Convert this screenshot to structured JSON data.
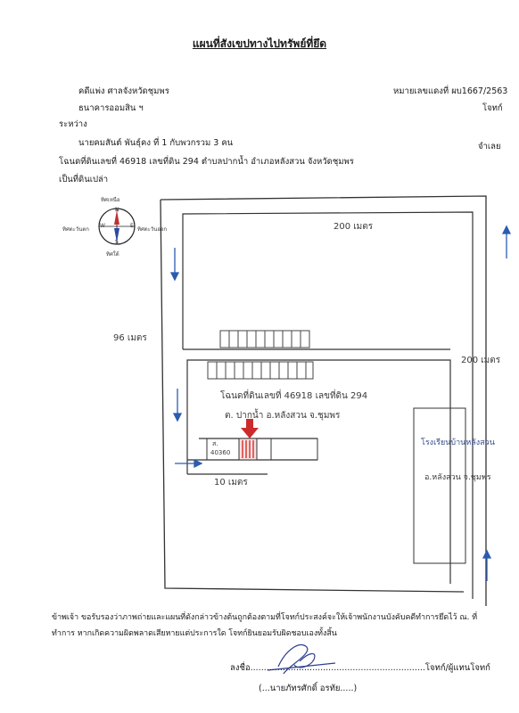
{
  "title": "แผนที่สังเขปทางไปทรัพย์ที่ยึด",
  "case": {
    "court": "คดีแพ่ง  ศาลจังหวัดชุมพร",
    "black_number": "หมายเลขแดงที่ ผบ1667/2563",
    "plaintiff_name": "ธนาคารออมสิน ฯ",
    "plaintiff_role": "โจทก์",
    "between": "ระหว่าง",
    "defendant_name": "นายคมสันต์  พันธุ์คง    ที่ 1 กับพวกรวม 3 คน",
    "defendant_role": "จำเลย",
    "land": "โฉนดที่ดินเลขที่  46918  เลขที่ดิน 294  ตำบลปากน้ำ  อำเภอหลังสวน  จังหวัดชุมพร",
    "land_type": "เป็นที่ดินเปล่า"
  },
  "compass": {
    "north": "ทิศเหนือ",
    "south": "ทิศใต้",
    "east": "ทิศตะวันออก",
    "west": "ทิศตะวันตก",
    "n": "N",
    "s": "S",
    "e": "E",
    "w": "W"
  },
  "map": {
    "top_road": "200 เมตร",
    "left_road": "96 เมตร",
    "right_road": "200 เมตร",
    "plot_line1": "โฉนดที่ดินเลขที่ 46918   เลขที่ดิน   294",
    "plot_line2": "ต.  ปากน้ำ  อ.หลังสวน  จ.ชุมพร",
    "house_no_label": "ส.",
    "house_no": "40360",
    "bottom_distance": "10  เมตร",
    "school_line1": "โรงเรียนบ้านหลังสวน",
    "school_line2": "อ.หลังสวน  จ.ชุมพร"
  },
  "certify_line1": "ข้าพเจ้า  ขอรับรองว่าภาพถ่ายและแผนที่ดังกล่าวข้างต้นถูกต้องตามที่โจทก์ประสงค์จะให้เจ้าพนักงานบังคับคดีทำการยึดไว้ ณ. ที่",
  "certify_line2": "ทำการ  หากเกิดความผิดพลาดเสียหายแต่ประการใด  โจทก์ยินยอมรับผิดชอบเองทั้งสิ้น",
  "signature": {
    "label": "ลงชื่อ.................................................................โจทก์/ผู้แทนโจทก์",
    "name": "(...นายภัทรศักดิ์ อรทัย.....)"
  }
}
